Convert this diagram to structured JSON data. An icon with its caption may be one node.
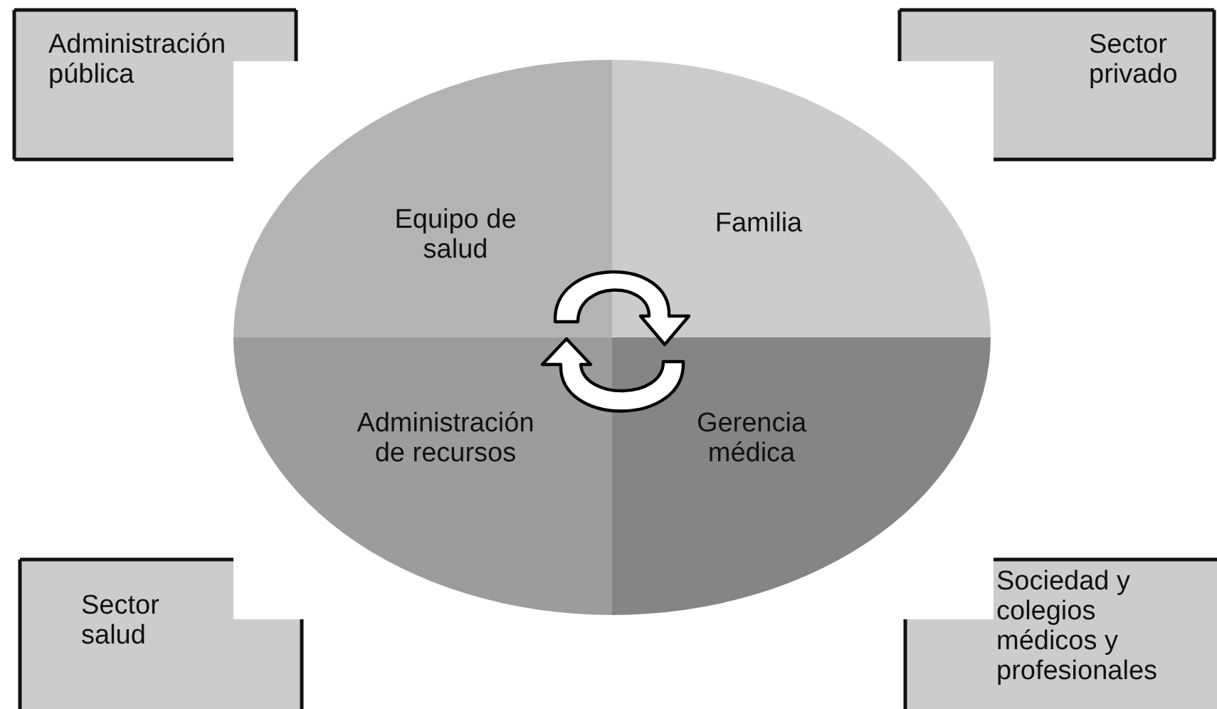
{
  "diagram": {
    "nodes": [
      {
        "text": [
          "Administración pública"
        ]
      },
      {
        "text": [
          "Sector privado"
        ]
      },
      {
        "text": [
          "Equipo de salud"
        ]
      },
      {
        "text": [
          "Familia"
        ]
      },
      {
        "text": [
          "Administración de recursos"
        ]
      },
      {
        "text": [
          "Gerencia médica"
        ]
      },
      {
        "text": [
          "Sector salud"
        ]
      },
      {
        "text": [
          "Sociedad y colegios médicos y profesionales"
        ]
      }
    ]
  }
}
